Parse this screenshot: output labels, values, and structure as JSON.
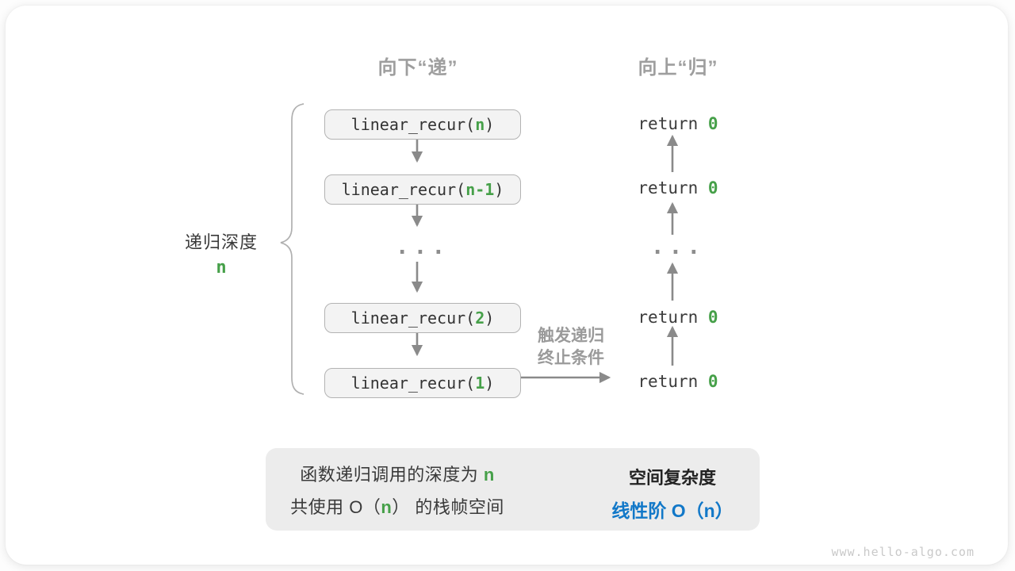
{
  "headers": {
    "descend": "向下“递”",
    "ascend": "向上“归”"
  },
  "depth_brace": {
    "label": "递归深度",
    "value": "n"
  },
  "calls": {
    "boxes": [
      {
        "pre": "linear_recur(",
        "arg": "n",
        "post": ")"
      },
      {
        "pre": "linear_recur(",
        "arg": "n-1",
        "post": ")"
      },
      {
        "pre": "linear_recur(",
        "arg": "2",
        "post": ")"
      },
      {
        "pre": "linear_recur(",
        "arg": "1",
        "post": ")"
      }
    ],
    "ellipsis": "..."
  },
  "returns": {
    "items": [
      {
        "kw": "return ",
        "val": "0"
      },
      {
        "kw": "return ",
        "val": "0"
      },
      {
        "kw": "return ",
        "val": "0"
      },
      {
        "kw": "return ",
        "val": "0"
      }
    ],
    "ellipsis": "..."
  },
  "trigger": {
    "line1": "触发递归",
    "line2": "终止条件"
  },
  "summary": {
    "left_line1_pre": "函数递归调用的深度为 ",
    "left_line1_green": "n",
    "left_line2_pre": "共使用 O（",
    "left_line2_green": "n",
    "left_line2_post": "） 的栈帧空间",
    "right_title": "空间复杂度",
    "right_value": "线性阶 O（n）"
  },
  "watermark": "www.hello-algo.com",
  "colors": {
    "green": "#46a049",
    "blue": "#1278c8",
    "gray_heading": "#9e9e9e",
    "arrow": "#8a8a8a",
    "box_fill": "#f3f3f3",
    "box_border": "#b3b3b3",
    "panel_bg": "#ececec"
  }
}
